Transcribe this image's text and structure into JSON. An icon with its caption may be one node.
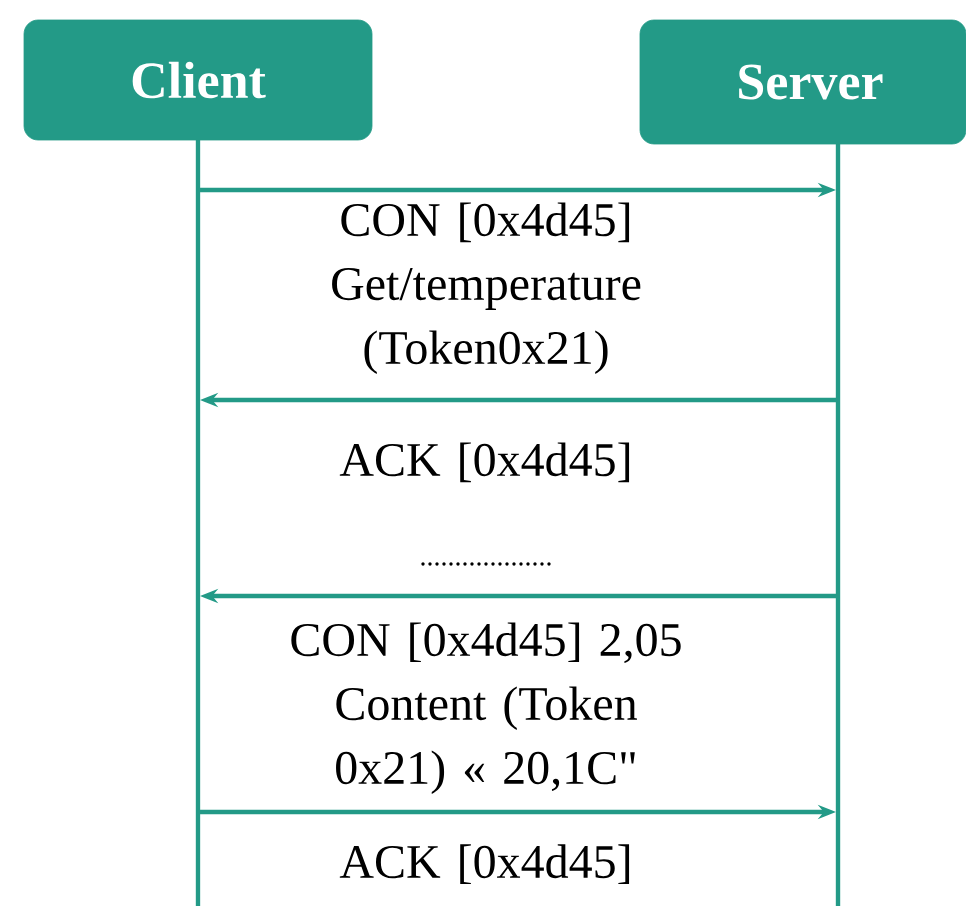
{
  "diagram": {
    "nodes": [
      {
        "text": [
          "Client"
        ]
      },
      {
        "text": [
          "Server"
        ]
      }
    ],
    "edges": [
      {
        "from": 0,
        "to": 1,
        "arrow": "to",
        "label": "CON [0x4d45] Get/temperature (Token0x21)"
      },
      {
        "from": 1,
        "to": 0,
        "arrow": "to",
        "label": "ACK [0x4d45]"
      },
      {
        "from": 1,
        "to": 0,
        "arrow": "to",
        "label": "CON [0x4d45] 2,05 Content (Token 0x21) « 20,1C\""
      },
      {
        "from": 0,
        "to": 1,
        "arrow": "to",
        "label": "ACK [0x4d45]"
      }
    ],
    "labels": [
      "..................."
    ]
  }
}
